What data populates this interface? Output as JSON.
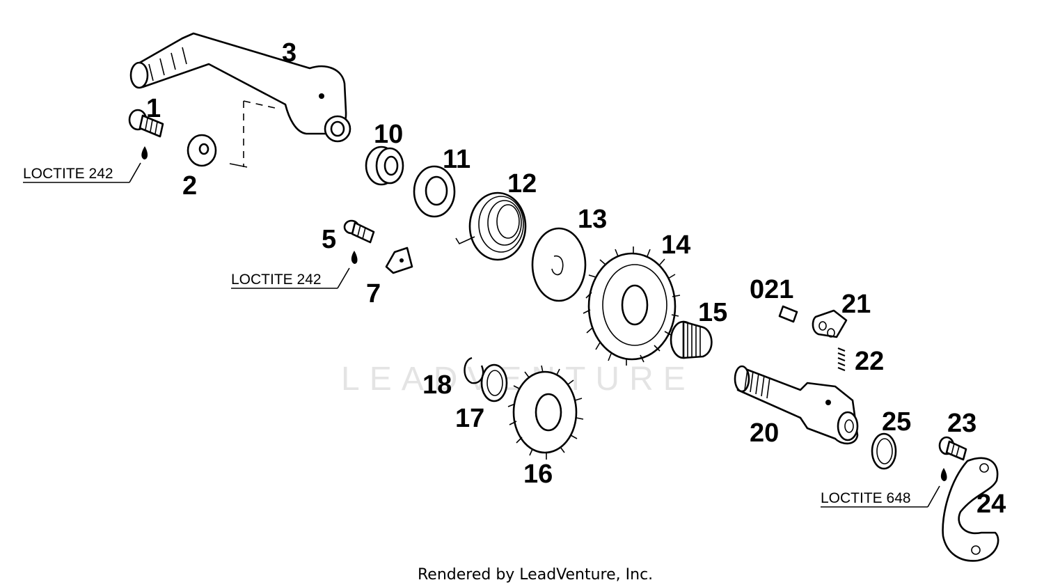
{
  "labels": {
    "p1": "1",
    "p2": "2",
    "p3": "3",
    "p5": "5",
    "p7": "7",
    "p10": "10",
    "p11": "11",
    "p12": "12",
    "p13": "13",
    "p14": "14",
    "p15": "15",
    "p16": "16",
    "p17": "17",
    "p18": "18",
    "p20": "20",
    "p021": "021",
    "p21": "21",
    "p22": "22",
    "p23": "23",
    "p24": "24",
    "p25": "25"
  },
  "notes": {
    "loctite_a": "LOCTITE 242",
    "loctite_b": "LOCTITE 242",
    "loctite_c": "LOCTITE 648"
  },
  "watermark": "LEADVENTURE",
  "footer": "Rendered by LeadVenture, Inc.",
  "colors": {
    "ink": "#000000",
    "paper": "#ffffff",
    "watermark": "#cfcfcf"
  }
}
